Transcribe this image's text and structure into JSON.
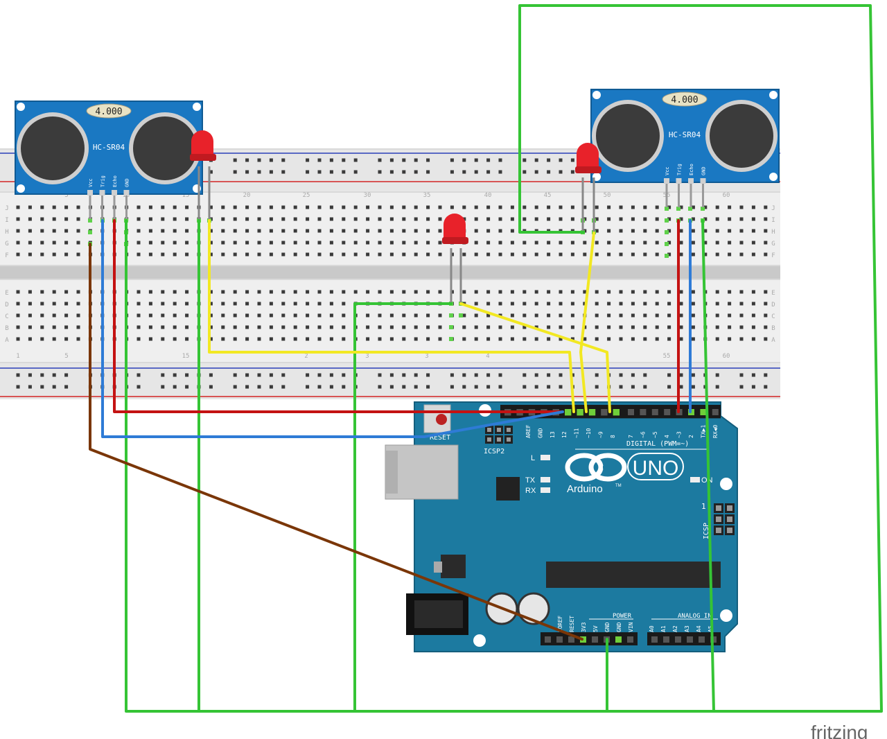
{
  "breadboard": {
    "row_letters_top": [
      "J",
      "I",
      "H",
      "G",
      "F"
    ],
    "row_letters_bottom": [
      "E",
      "D",
      "C",
      "B",
      "A"
    ],
    "col_numbers_top": [
      "5",
      "10",
      "15",
      "20",
      "25",
      "30",
      "35",
      "40",
      "45",
      "50",
      "55",
      "60"
    ],
    "col_numbers_bottom": [
      "1",
      "5",
      "15",
      "2",
      "3",
      "3",
      "4",
      "55",
      "60"
    ]
  },
  "sensor_left": {
    "crystal": "4.000",
    "model": "HC-SR04",
    "pins": [
      "Vcc",
      "Trig",
      "Echo",
      "GND"
    ]
  },
  "sensor_right": {
    "crystal": "4.000",
    "model": "HC-SR04",
    "pins": [
      "Vcc",
      "Trig",
      "Echo",
      "GND"
    ]
  },
  "arduino": {
    "reset": "RESET",
    "icsp2": "ICSP2",
    "icsp": "ICSP",
    "led_l": "L",
    "led_tx": "TX",
    "led_rx": "RX",
    "led_on": "ON",
    "brand": "Arduino",
    "tm": "TM",
    "model": "UNO",
    "digital_label": "DIGITAL (PWM=~)",
    "power_label": "POWER",
    "analog_label": "ANALOG IN",
    "digital_pins": [
      "AREF",
      "GND",
      "13",
      "12",
      "~11",
      "~10",
      "~9",
      "8",
      "7",
      "~6",
      "~5",
      "4",
      "~3",
      "2",
      "TX▶1",
      "RX◀0"
    ],
    "power_pins": [
      "IOREF",
      "RESET",
      "3V3",
      "5V",
      "GND",
      "GND",
      "VIN"
    ],
    "analog_pins": [
      "A0",
      "A1",
      "A2",
      "A3",
      "A4",
      "A5"
    ],
    "icsp_pin_one": "1"
  },
  "watermark": "fritzing",
  "colors": {
    "wire_green": "#35c435",
    "wire_yellow": "#f2e822",
    "wire_red": "#c41212",
    "wire_blue": "#2e7bd6",
    "wire_brown": "#7a3608",
    "board_blue": "#1c7aa0",
    "sensor_blue": "#1a78c2",
    "led_red": "#e8222a"
  }
}
